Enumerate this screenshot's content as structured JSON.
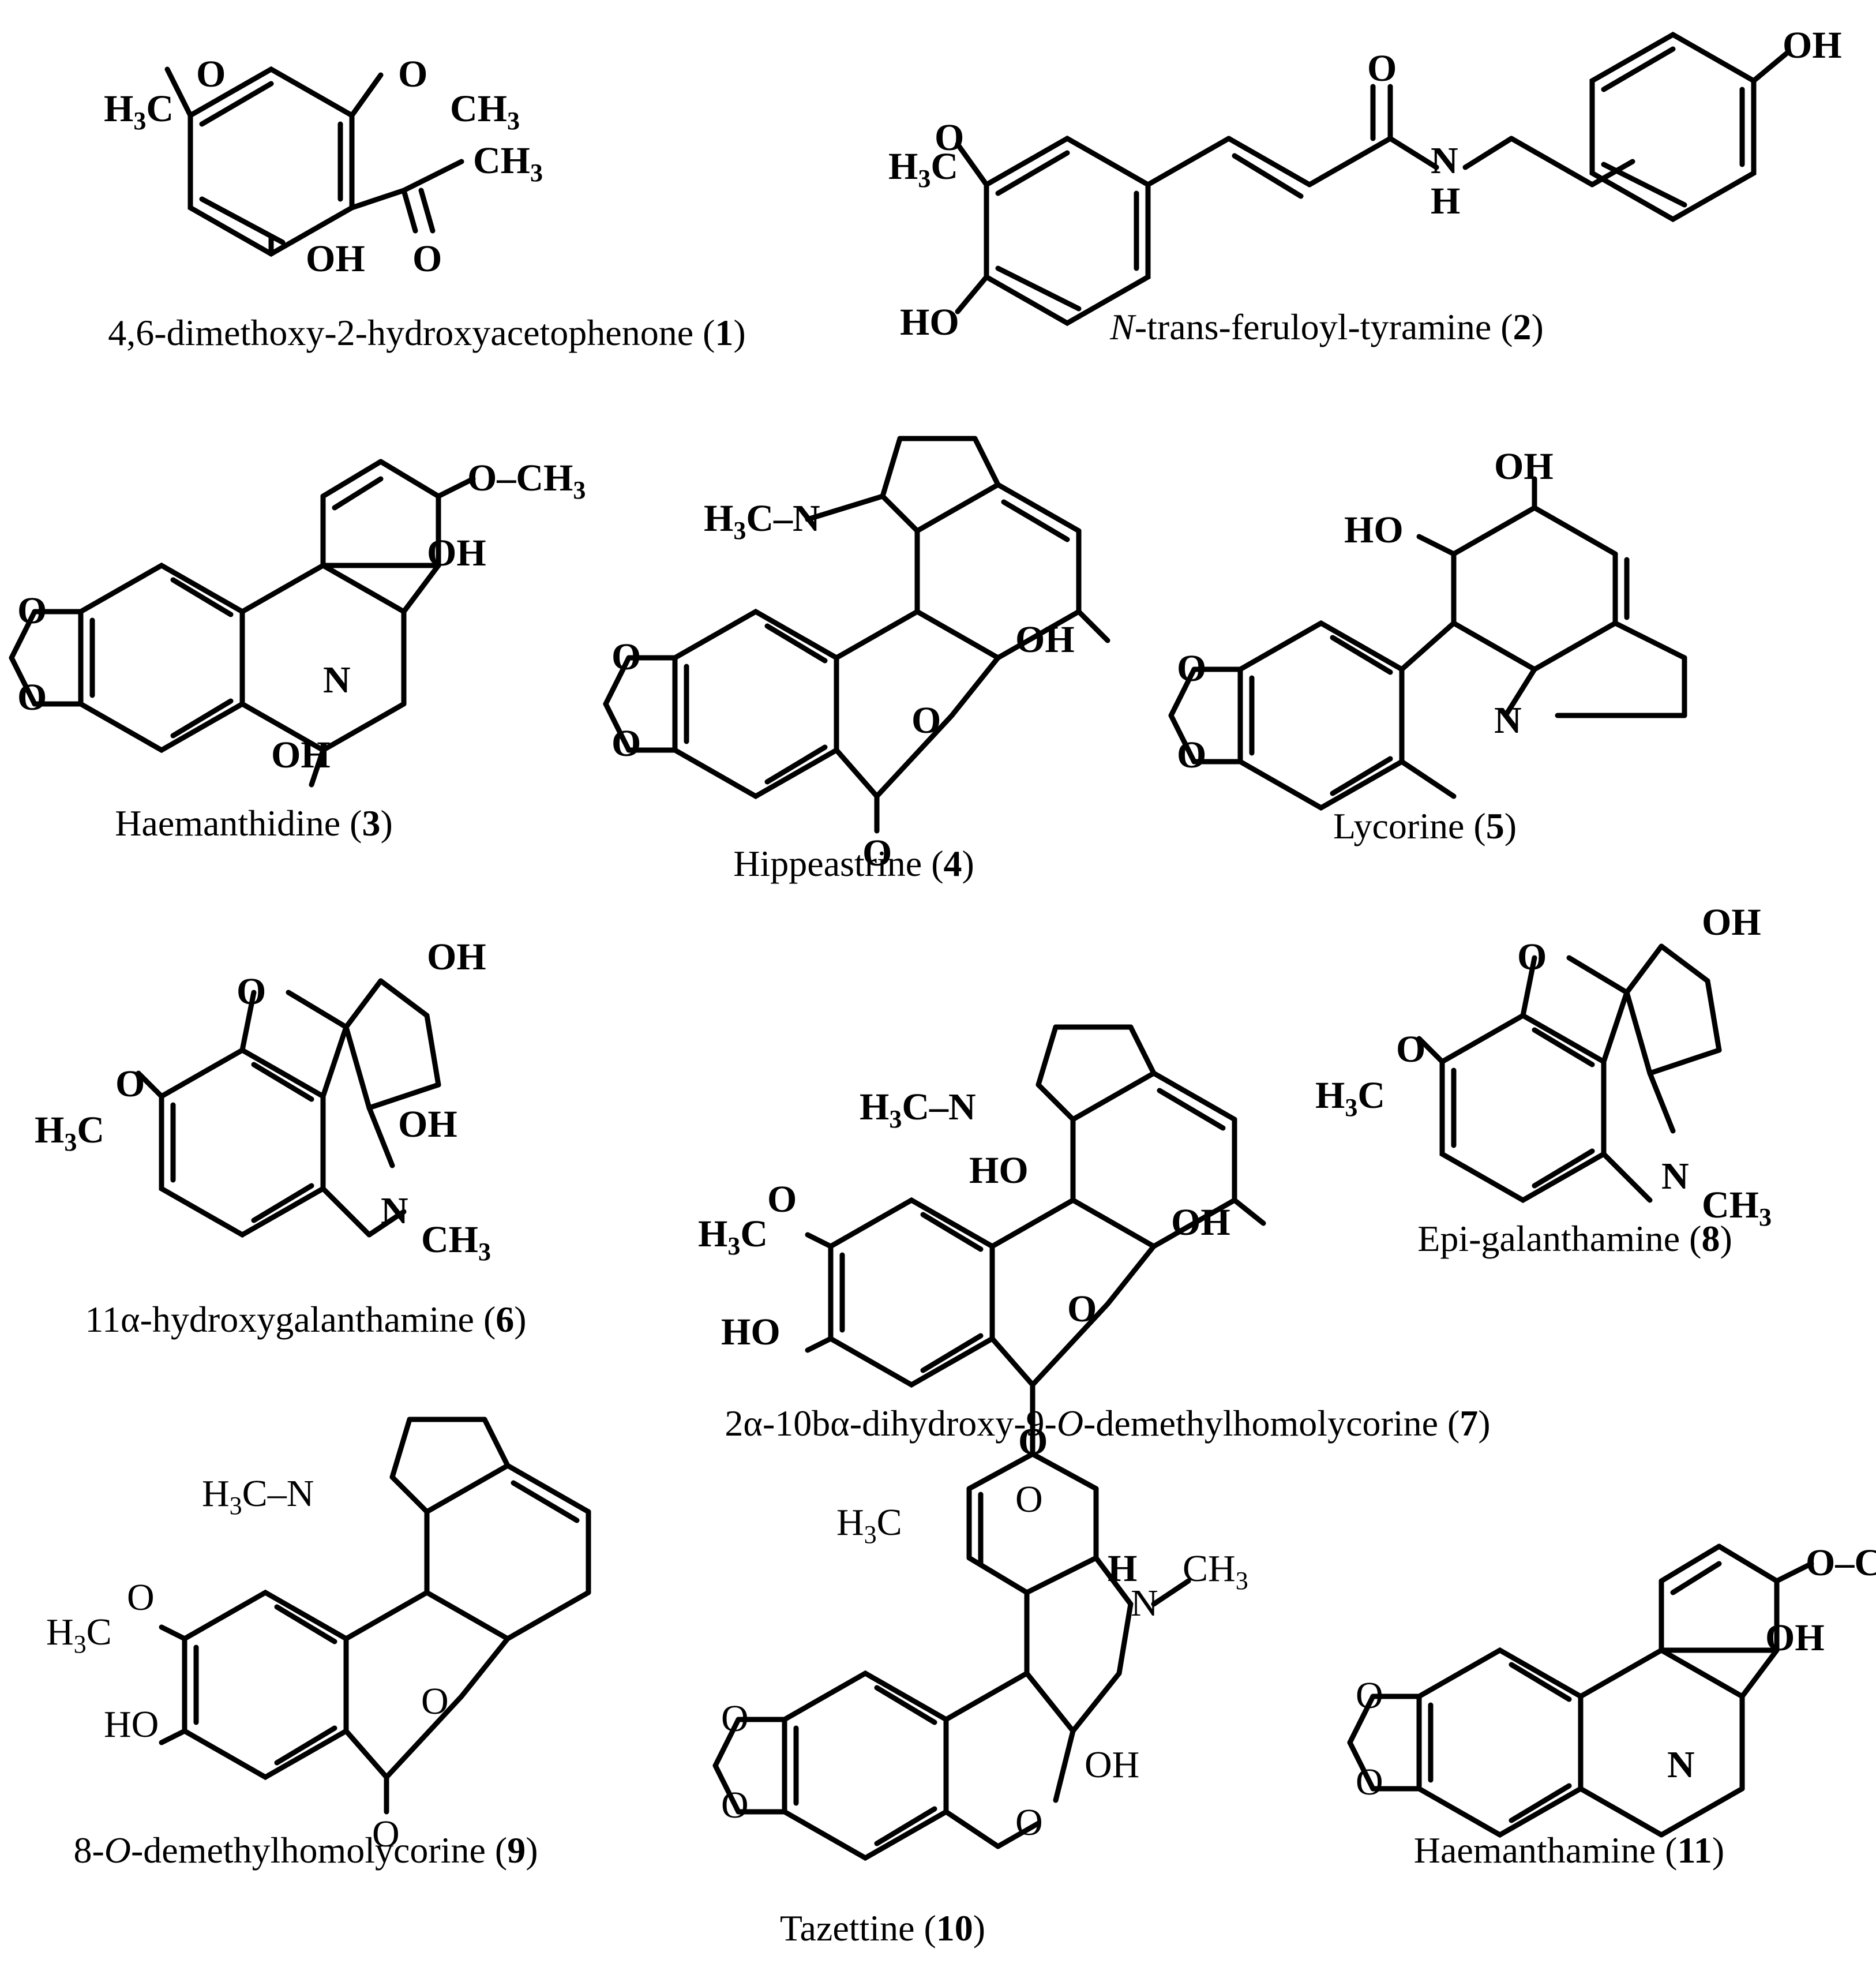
{
  "compounds": [
    {
      "name": "4,6-dimethoxy-2-hydroxyacetophenone",
      "number": "1"
    },
    {
      "name_italic": "N",
      "name": "-trans-feruloyl-tyramine",
      "number": "2"
    },
    {
      "name": "Haemanthidine",
      "number": "3"
    },
    {
      "name": "Hippeastrine",
      "number": "4"
    },
    {
      "name": "Lycorine",
      "number": "5"
    },
    {
      "name": "11α-hydroxygalanthamine",
      "number": "6"
    },
    {
      "name_pre": "2α-10bα-dihydroxy-9-",
      "name_italic": "O",
      "name": "-demethylhomolycorine",
      "number": "7"
    },
    {
      "name": "Epi-galanthamine",
      "number": "8"
    },
    {
      "name_pre": "8-",
      "name_italic": "O",
      "name": "-demethylhomolycorine",
      "number": "9"
    },
    {
      "name": "Tazettine",
      "number": "10"
    },
    {
      "name": "Haemanthamine",
      "number": "11"
    }
  ],
  "atom_labels": {
    "oh": "OH",
    "ho": "HO",
    "o": "O",
    "n": "N",
    "h": "H",
    "h3c_left": "H3C",
    "ch3": "CH3",
    "h3c_n": "H3C",
    "o_ch3": "O–CH3"
  }
}
